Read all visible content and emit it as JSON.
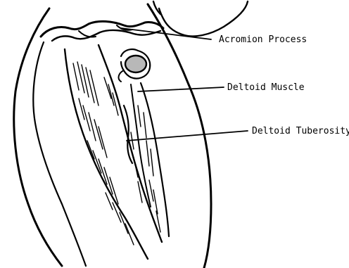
{
  "labels": {
    "acromion_process": "Acromion Process",
    "deltoid_muscle": "Deltoid Muscle",
    "deltoid_tuberosity": "Deltoid Tuberosity"
  },
  "colors": {
    "ink": "#000000",
    "background": "#ffffff",
    "bone_shading": "#b8b8b8"
  }
}
